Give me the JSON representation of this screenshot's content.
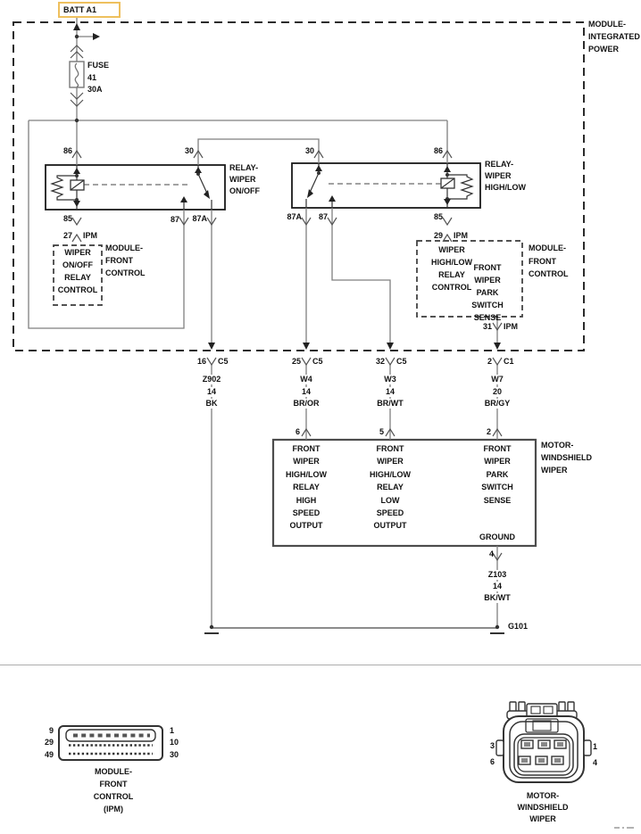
{
  "power": {
    "batt": "BATT A1",
    "module_line1": "MODULE-",
    "module_line2": "INTEGRATED",
    "module_line3": "POWER",
    "fuse_name": "FUSE",
    "fuse_number": "41",
    "fuse_rating": "30A"
  },
  "relay_onoff": {
    "name1": "RELAY-",
    "name2": "WIPER",
    "name3": "ON/OFF",
    "pin86": "86",
    "pin30": "30",
    "pin85": "85",
    "pin87": "87",
    "pin87a": "87A"
  },
  "relay_highlow": {
    "name1": "RELAY-",
    "name2": "WIPER",
    "name3": "HIGH/LOW",
    "pin30": "30",
    "pin86": "86",
    "pin87a": "87A",
    "pin87": "87",
    "pin85": "85"
  },
  "ipm_onoff": {
    "pin": "27",
    "conn": "IPM",
    "line1": "WIPER",
    "line2": "ON/OFF",
    "line3": "RELAY",
    "line4": "CONTROL",
    "mod1": "MODULE-",
    "mod2": "FRONT",
    "mod3": "CONTROL"
  },
  "ipm_highlow": {
    "pin": "29",
    "conn": "IPM",
    "line1": "WIPER",
    "line2": "HIGH/LOW",
    "line3": "RELAY",
    "line4": "CONTROL",
    "park1": "FRONT",
    "park2": "WIPER",
    "park3": "PARK",
    "park4": "SWITCH",
    "park5": "SENSE",
    "mod1": "MODULE-",
    "mod2": "FRONT",
    "mod3": "CONTROL",
    "park_pin": "31",
    "park_conn": "IPM"
  },
  "wires": {
    "w1": {
      "pin": "16",
      "conn": "C5",
      "circuit": "Z902",
      "gauge": "14",
      "color": "BK"
    },
    "w2": {
      "pin": "25",
      "conn": "C5",
      "circuit": "W4",
      "gauge": "14",
      "color": "BR/OR"
    },
    "w3": {
      "pin": "32",
      "conn": "C5",
      "circuit": "W3",
      "gauge": "14",
      "color": "BR/WT"
    },
    "w4": {
      "pin": "2",
      "conn": "C1",
      "circuit": "W7",
      "gauge": "20",
      "color": "BR/GY"
    }
  },
  "motor": {
    "name1": "MOTOR-",
    "name2": "WINDSHIELD",
    "name3": "WIPER",
    "pin6": "6",
    "pin5": "5",
    "pin2": "2",
    "pin4": "4",
    "ground": "GROUND",
    "col1": [
      "FRONT",
      "WIPER",
      "HIGH/LOW",
      "RELAY",
      "HIGH",
      "SPEED",
      "OUTPUT"
    ],
    "col2": [
      "FRONT",
      "WIPER",
      "HIGH/LOW",
      "RELAY",
      "LOW",
      "SPEED",
      "OUTPUT"
    ],
    "col3": [
      "FRONT",
      "WIPER",
      "PARK",
      "SWITCH",
      "SENSE"
    ]
  },
  "ground": {
    "circuit": "Z103",
    "gauge": "14",
    "color": "BK/WT",
    "node": "G101"
  },
  "ipm_connector": {
    "pl1": "9",
    "pl2": "29",
    "pl3": "49",
    "pr1": "1",
    "pr2": "10",
    "pr3": "30",
    "cap1": "MODULE-",
    "cap2": "FRONT",
    "cap3": "CONTROL",
    "cap4": "(IPM)"
  },
  "motor_connector": {
    "pl1": "3",
    "pl2": "6",
    "pr1": "1",
    "pr2": "4",
    "cap1": "MOTOR-",
    "cap2": "WINDSHIELD",
    "cap3": "WIPER"
  },
  "colors": {
    "batt_border": "#eec05e",
    "wire": "#7f7f7f",
    "text": "#111111"
  }
}
